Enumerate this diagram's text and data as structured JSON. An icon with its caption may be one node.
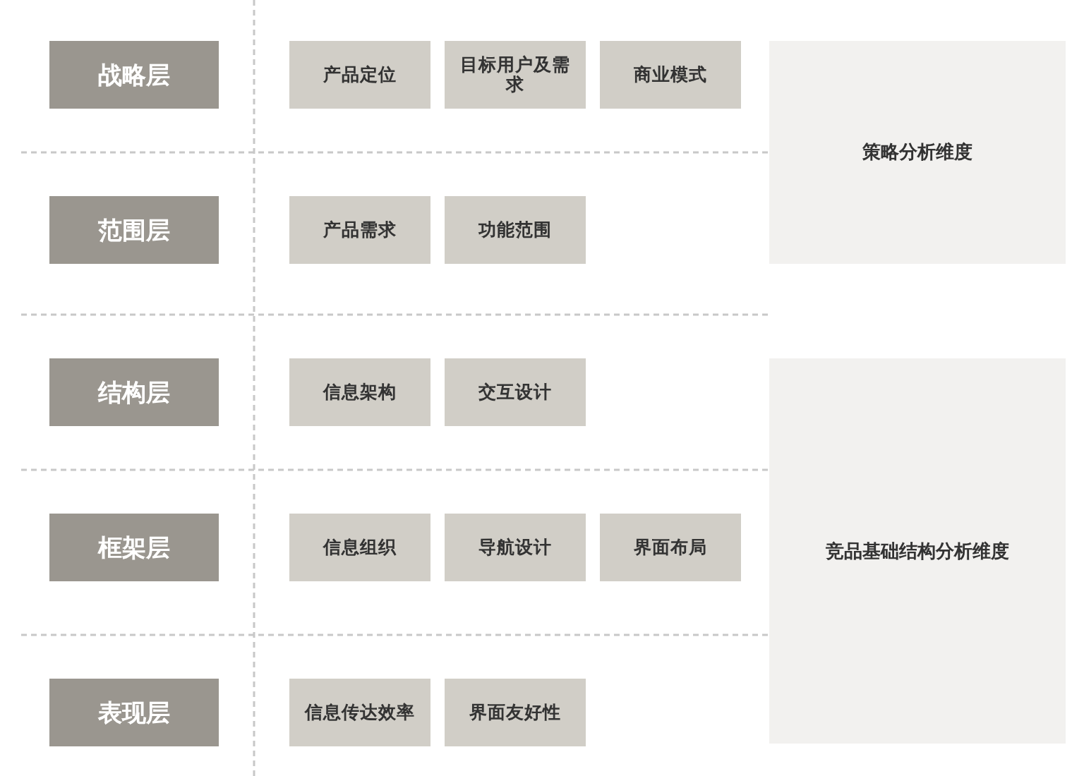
{
  "diagram": {
    "nodes": [
      {
        "text": [
          "战略层"
        ]
      },
      {
        "text": [
          "产品定位"
        ]
      },
      {
        "text": [
          "目标用户及需求"
        ]
      },
      {
        "text": [
          "商业模式"
        ]
      },
      {
        "text": [
          "策略分析维度"
        ]
      },
      {
        "text": [
          "范围层"
        ]
      },
      {
        "text": [
          "产品需求"
        ]
      },
      {
        "text": [
          "功能范围"
        ]
      },
      {
        "text": [
          "结构层"
        ]
      },
      {
        "text": [
          "信息架构"
        ]
      },
      {
        "text": [
          "交互设计"
        ]
      },
      {
        "text": [
          "竞品基础结构分析维度"
        ]
      },
      {
        "text": [
          "框架层"
        ]
      },
      {
        "text": [
          "信息组织"
        ]
      },
      {
        "text": [
          "导航设计"
        ]
      },
      {
        "text": [
          "界面布局"
        ]
      },
      {
        "text": [
          "表现层"
        ]
      },
      {
        "text": [
          "信息传达效率"
        ]
      },
      {
        "text": [
          "界面友好性"
        ]
      }
    ]
  }
}
